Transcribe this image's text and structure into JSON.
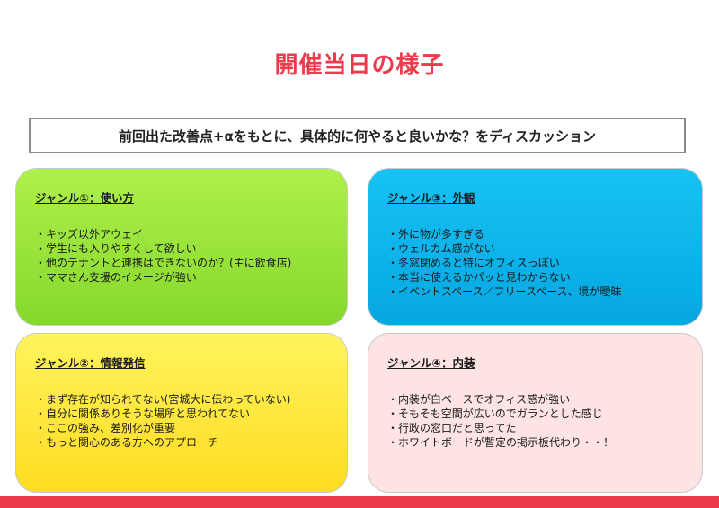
{
  "title": "開催当日の様子",
  "subtitle": "前回出た改善点+αをもとに、具体的に何やると良いかな？をディスカッション",
  "cards": [
    {
      "heading": "ジャンル①：使い方",
      "items": [
        "・キッズ以外アウェイ",
        "・学生にも入りやすくして欲しい",
        "・他のテナントと連携はできないのか？(主に飲食店)",
        "・ママさん支援のイメージが強い"
      ]
    },
    {
      "heading": "ジャンル③：外観",
      "items": [
        "・外に物が多すぎる",
        "・ウェルカム感がない",
        "・冬窓閉めると特にオフィスっぽい",
        "・本当に使えるかパッと見わからない",
        "・イベントスペース／フリースペース、境が曖昧"
      ]
    },
    {
      "heading": "ジャンル②：情報発信",
      "items": [
        "・まず存在が知られてない(宮城大に伝わっていない)",
        "・自分に関係ありそうな場所と思われてない",
        "・ここの強み、差別化が重要",
        "・もっと関心のある方へのアプローチ"
      ]
    },
    {
      "heading": "ジャンル④：内装",
      "items": [
        "・内装が白ベースでオフィス感が強い",
        "・そもそも空間が広いのでガランとした感じ",
        "・行政の窓口だと思ってた",
        "・ホワイトボードが暫定の掲示板代わり・・！"
      ]
    }
  ],
  "colors": {
    "title": "#ec3b4b",
    "green": "#9be43c",
    "blue": "#0cb4ec",
    "yellow": "#ffe83a",
    "pink": "#fde4e2",
    "bar": "#ec3b4b"
  }
}
